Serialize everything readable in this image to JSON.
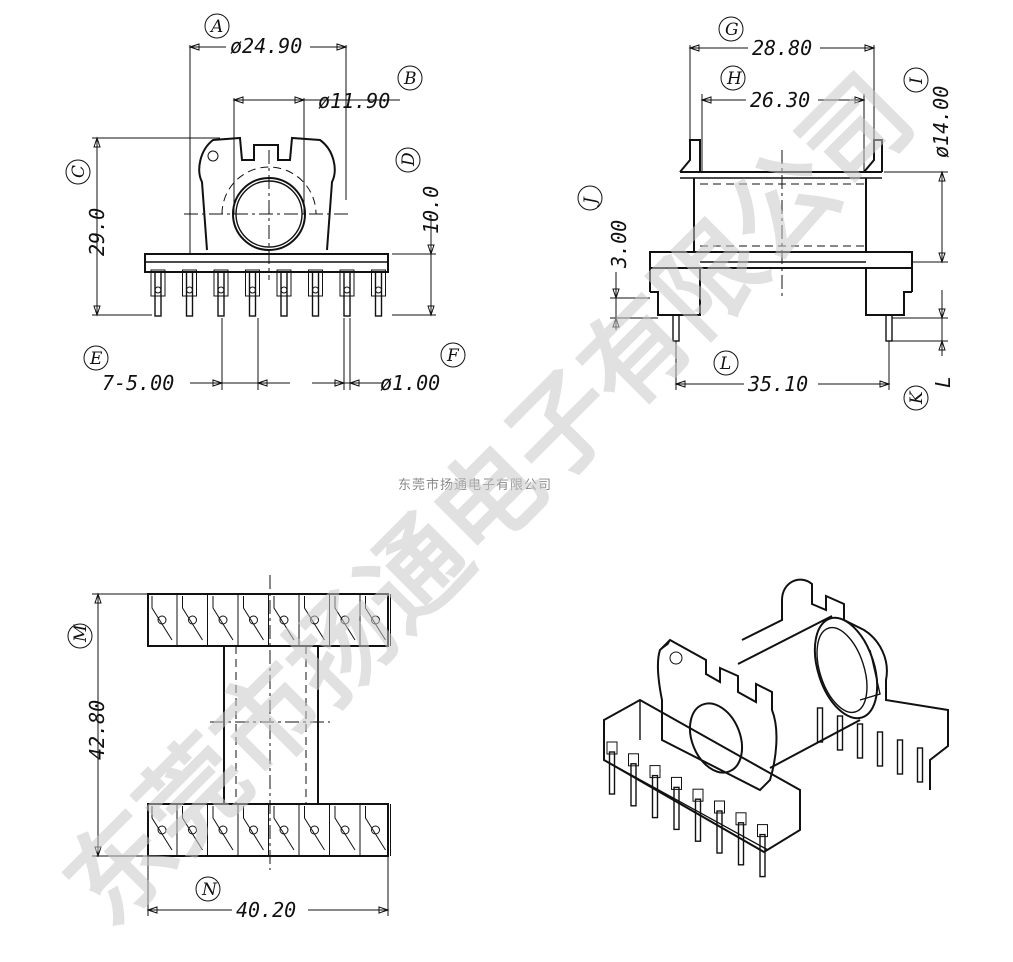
{
  "company_caption": "东莞市扬通电子有限公司",
  "watermark": "东莞市扬通电子有限公司",
  "front_view": {
    "labels": [
      "A",
      "B",
      "C",
      "D",
      "E",
      "F"
    ],
    "dim_a": "ø24.90",
    "dim_b": "ø11.90",
    "dim_c": "29.0",
    "dim_d": "10.0",
    "dim_e": "7-5.00",
    "dim_f": "ø1.00"
  },
  "side_view": {
    "labels": [
      "G",
      "H",
      "I",
      "J",
      "K",
      "L"
    ],
    "dim_g": "28.80",
    "dim_h": "26.30",
    "dim_i": "ø14.00",
    "dim_j": "3.00",
    "dim_k": "L",
    "dim_l": "35.10"
  },
  "bottom_view": {
    "labels": [
      "M",
      "N"
    ],
    "dim_m": "42.80",
    "dim_n": "40.20"
  },
  "colors": {
    "line": "#111111",
    "watermark": "#c9c9c9",
    "caption": "#8a8a8a"
  }
}
